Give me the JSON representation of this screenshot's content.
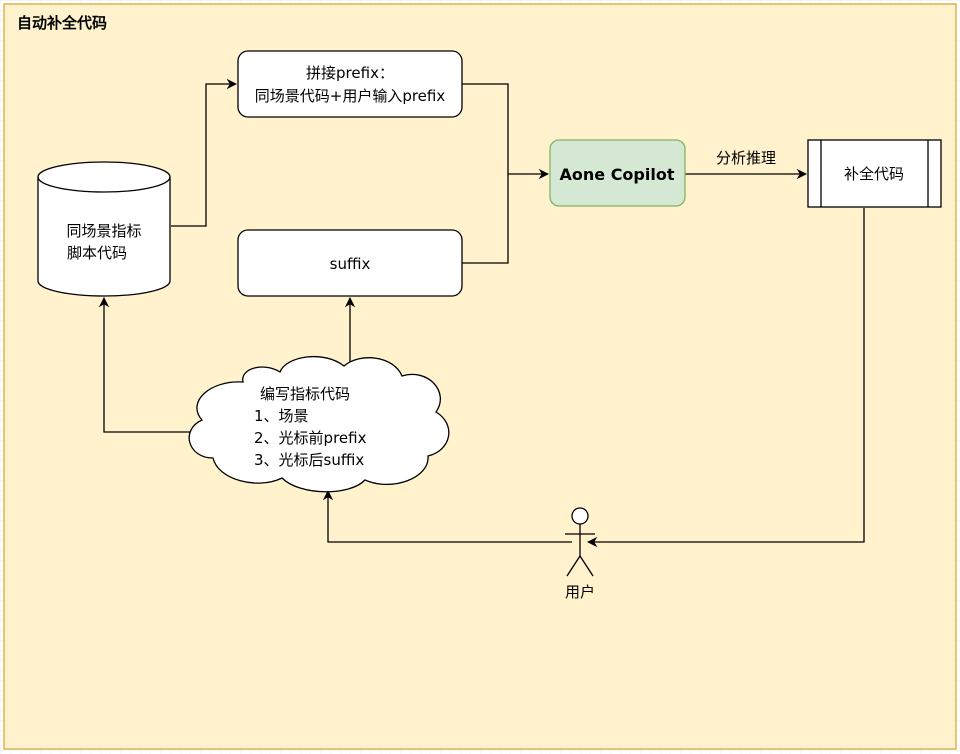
{
  "container": {
    "title": "自动补全代码"
  },
  "nodes": {
    "prefix": {
      "line1": "拼接prefix：",
      "line2": "同场景代码+用户输入prefix"
    },
    "db": {
      "line1": "同场景指标",
      "line2": "脚本代码"
    },
    "suffix": {
      "label": "suffix"
    },
    "copilot": {
      "label": "Aone Copilot"
    },
    "output": {
      "label": "补全代码"
    },
    "cloud": {
      "line1": "编写指标代码",
      "line2": "1、场景",
      "line3": "2、光标前prefix",
      "line4": "3、光标后suffix"
    },
    "user": {
      "label": "用户"
    }
  },
  "edges": {
    "analyze": {
      "label": "分析推理"
    }
  },
  "colors": {
    "container_fill": "#fff2cc",
    "container_stroke": "#d6b656",
    "copilot_fill": "#d5e8d4",
    "copilot_stroke": "#82b366",
    "grid": "#e6e6e6"
  }
}
